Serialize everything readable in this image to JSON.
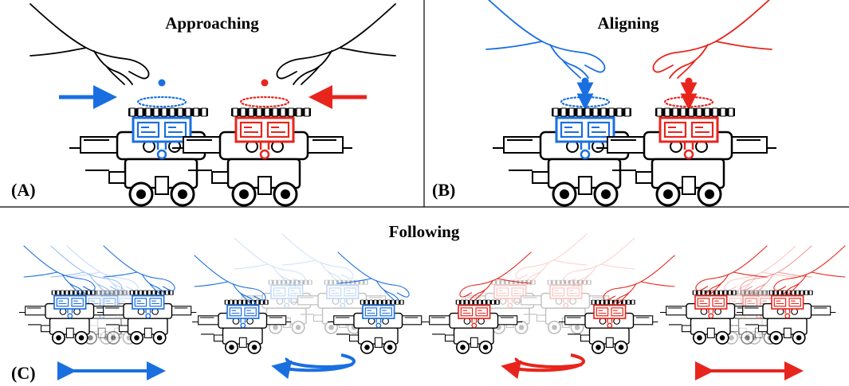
{
  "titles": {
    "approaching": "Approaching",
    "aligning": "Aligning",
    "following": "Following"
  },
  "panel_labels": {
    "a": "(A)",
    "b": "(B)",
    "c": "(C)"
  },
  "colors": {
    "blue": "#1a6fe0",
    "red": "#e8251c",
    "black": "#000000",
    "ghost": "#9a9a9a"
  },
  "icons": [
    "hand-icon",
    "robot-icon",
    "arrow-right-icon",
    "arrow-left-icon",
    "double-arrow-icon",
    "rotate-arrow-icon",
    "sensor-dot-icon"
  ]
}
